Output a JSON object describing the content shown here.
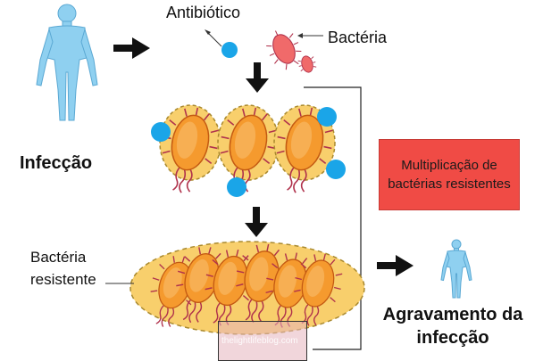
{
  "labels": {
    "infection": "Infecção",
    "antibiotic": "Antibiótico",
    "bacterium": "Bactéria",
    "resistant_bacterium": "Bactéria resistente",
    "multiplication": "Multiplicação de bactérias resistentes",
    "worsening": "Agravamento da infecção"
  },
  "watermark": {
    "text": "thelightlifeblog.com"
  },
  "colors": {
    "human": "#8fd0f0",
    "antibiotic": "#1aa5e8",
    "bacterium": "#f59a2e",
    "capsule": "#f8cf6c",
    "flagella": "#b0324c",
    "red_box": "#f04b45",
    "arrow": "#111111"
  },
  "icons": {
    "human": "human-figure-icon",
    "arrow": "arrow-icon",
    "antibiotic": "antibiotic-molecule-icon",
    "bacterium": "bacterium-icon"
  }
}
